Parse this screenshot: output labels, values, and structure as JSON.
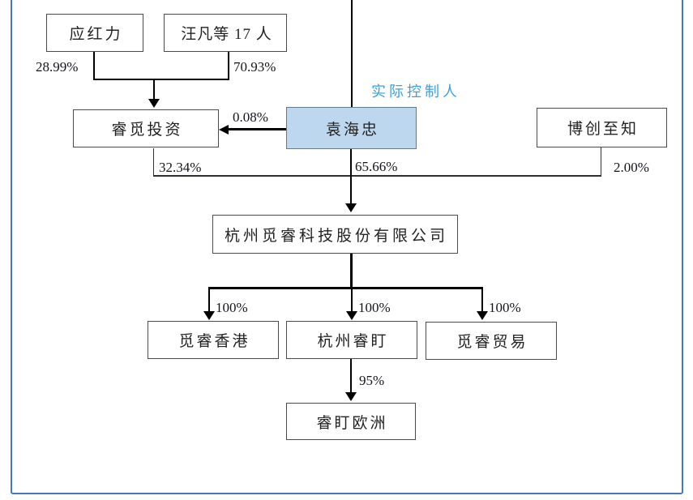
{
  "diagram": {
    "title_hint": "equity-ownership-structure",
    "annotation": {
      "actual_controller": "实际控制人"
    },
    "nodes": {
      "yinghongli": "应红力",
      "wangfan_group": "汪凡等 17 人",
      "ruimi_investment": "睿觅投资",
      "yuanhaizhong": "袁海忠",
      "bochuangzhizhi": "博创至知",
      "company": "杭州觅睿科技股份有限公司",
      "mirui_hongkong": "觅睿香港",
      "hangzhou_ruiding": "杭州睿盯",
      "mirui_trading": "觅睿贸易",
      "ruiding_europe": "睿盯欧洲"
    },
    "percentages": {
      "yinghongli_to_ruimi": "28.99%",
      "wangfan_to_ruimi": "70.93%",
      "yuan_to_ruimi": "0.08%",
      "ruimi_to_company": "32.34%",
      "yuan_to_company": "65.66%",
      "bochuang_to_company": "2.00%",
      "company_to_hongkong": "100%",
      "company_to_ruiding": "100%",
      "company_to_trading": "100%",
      "ruiding_to_europe": "95%"
    },
    "colors": {
      "frame_border": "#4677C0",
      "highlight_box_fill": "#BDD7EE",
      "highlight_box_border": "#5f7c96",
      "controller_text": "#3E9FDD",
      "box_border": "#4a4a4a",
      "line": "#000000"
    }
  }
}
